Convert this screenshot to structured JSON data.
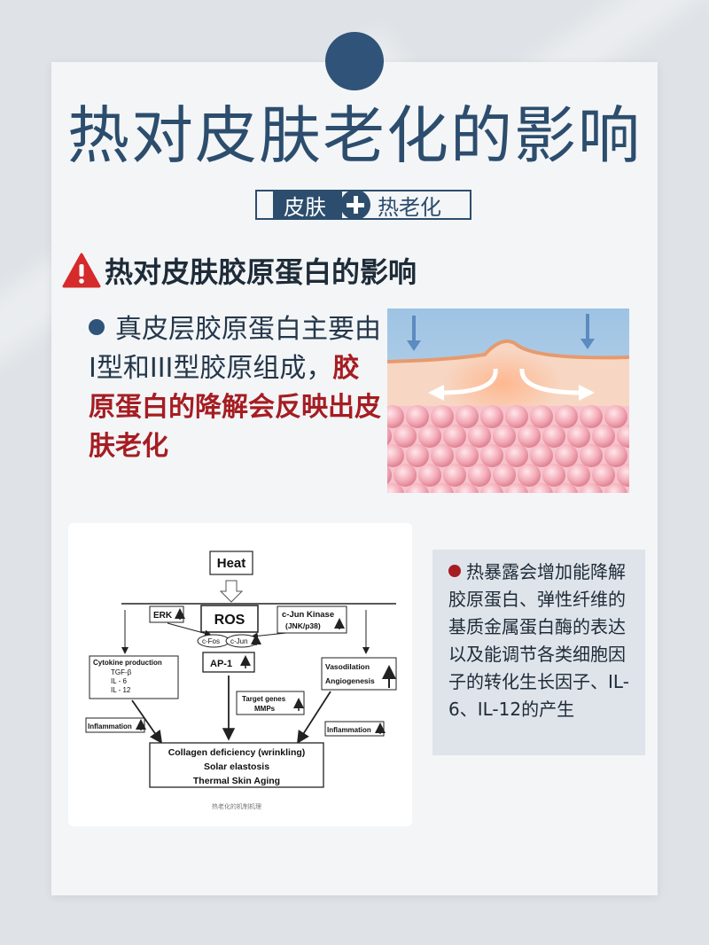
{
  "title": "热对皮肤老化的影响",
  "subtitle": {
    "left": "皮肤",
    "right": "热老化"
  },
  "section_heading": "热对皮肤胶原蛋白的影响",
  "body": {
    "normal": "真皮层胶原蛋白主要由I型和III型胶原组成，",
    "emphasis": "胶原蛋白的降解会反映出皮肤老化"
  },
  "diagram": {
    "heat": "Heat",
    "ros": "ROS",
    "erk": "ERK",
    "cjun_kinase": "c-Jun Kinase",
    "jnk": "(JNK/p38)",
    "cfos": "c-Fos",
    "cjun": "c-Jun",
    "ap1": "AP-1",
    "cytokine_title": "Cytokine production",
    "cytokine_items": [
      "TGF-β",
      "IL - 6",
      "IL - 12"
    ],
    "target_genes": "Target genes",
    "mmps": "MMPs",
    "vasodilation": "Vasodilation",
    "angiogenesis": "Angiogenesis",
    "inflammation_left": "Inflammation",
    "inflammation_right": "Inflammation",
    "outcome": [
      "Collagen deficiency (wrinkling)",
      "Solar elastosis",
      "Thermal Skin Aging"
    ],
    "caption": "热老化的机制机理"
  },
  "caption_box": "热暴露会增加能降解胶原蛋白、弹性纤维的基质金属蛋白酶的表达以及能调节各类细胞因子的转化生长因子、IL-6、IL-12的产生",
  "colors": {
    "primary": "#2c4d6d",
    "accent_red": "#a51d22",
    "warning_red": "#d52b2b"
  },
  "icons": [
    "warning-icon",
    "plus-icon",
    "bullet-icon"
  ]
}
